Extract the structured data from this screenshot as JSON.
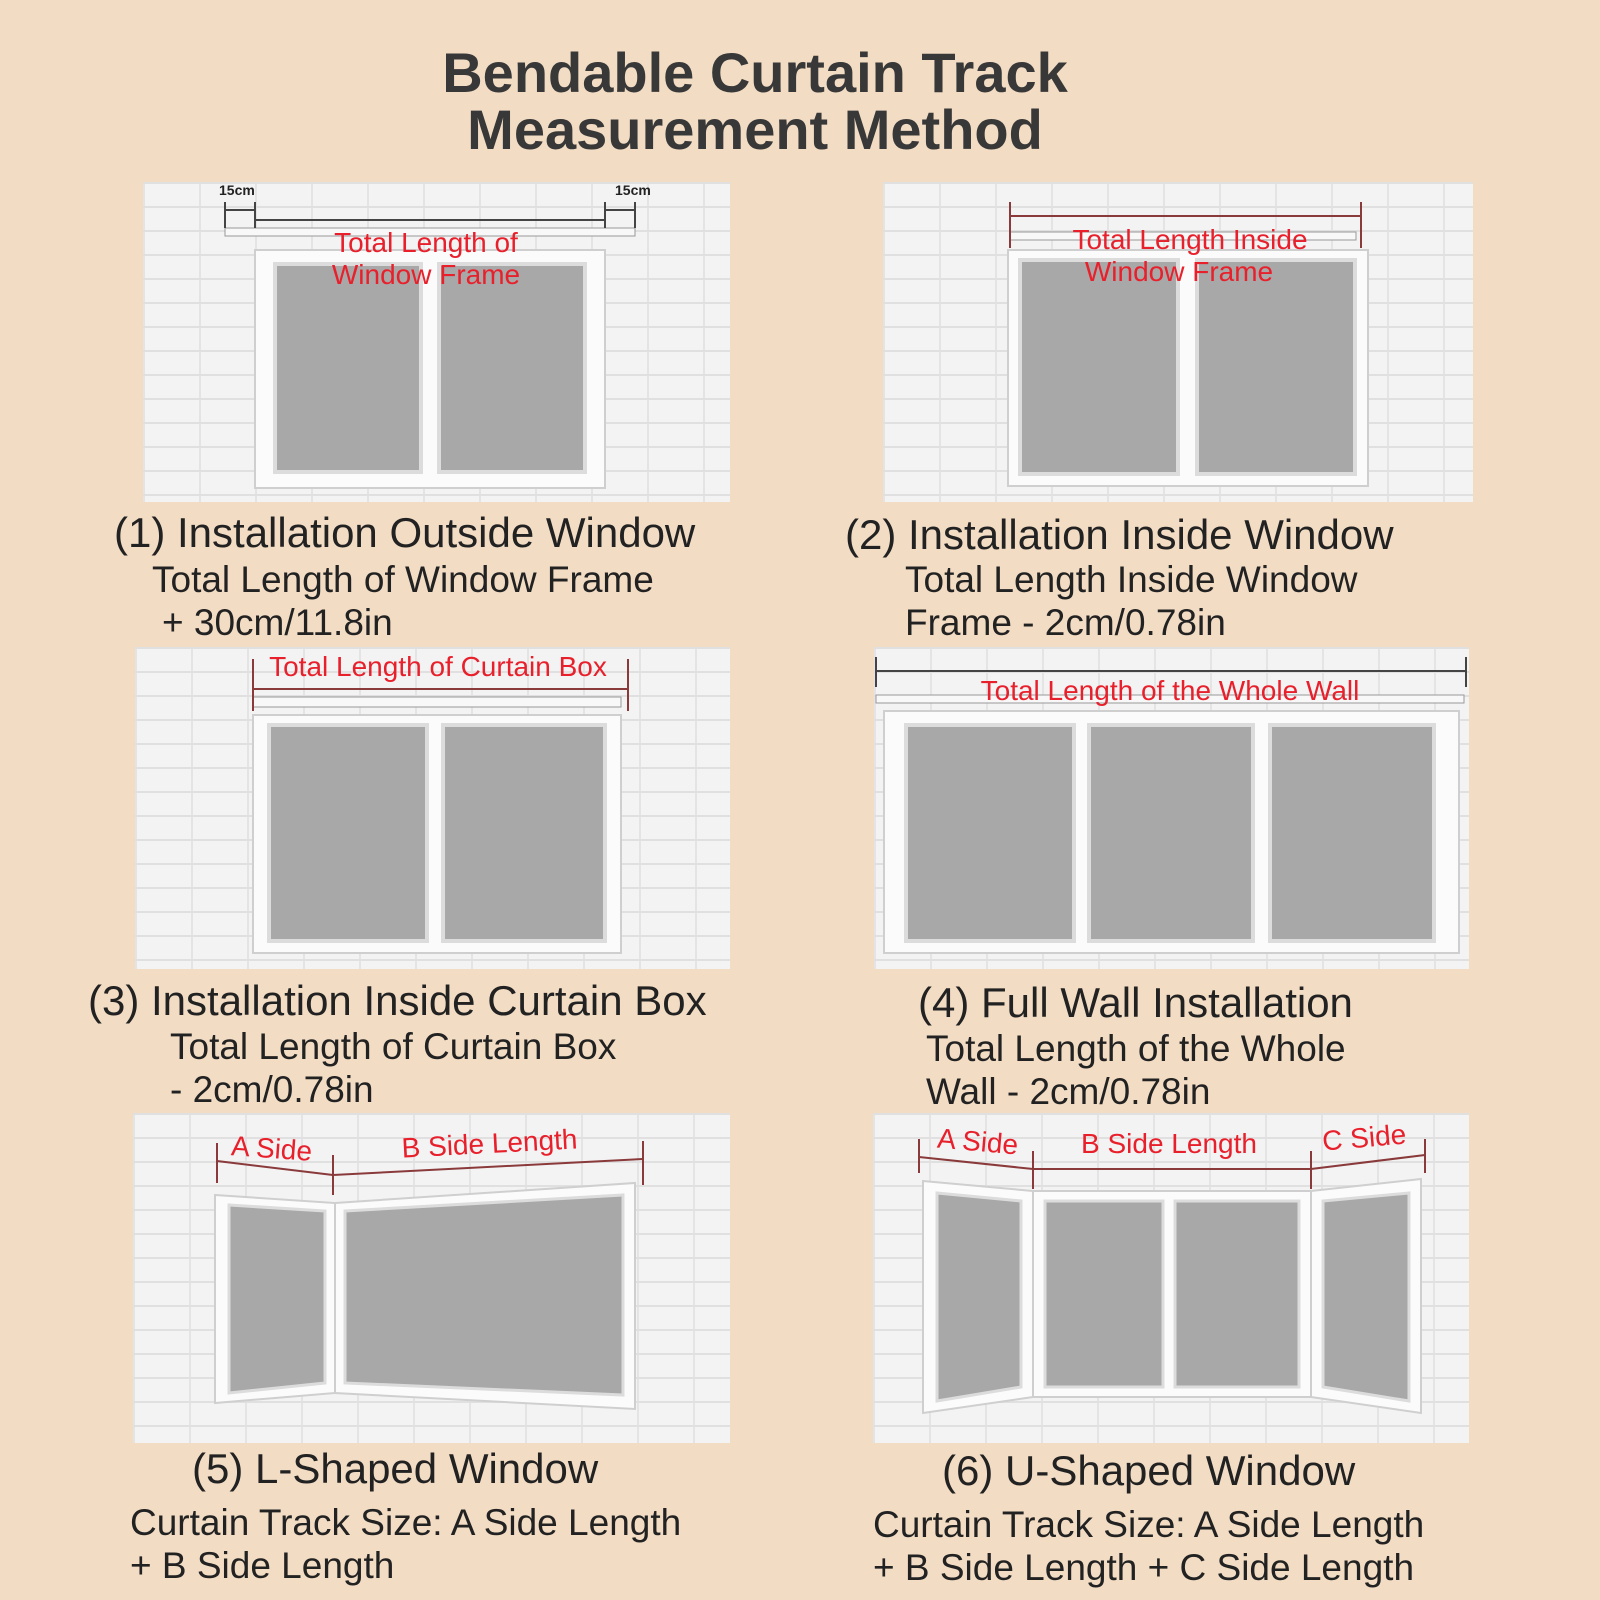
{
  "title": {
    "line1": "Bendable Curtain Track",
    "line2": "Measurement Method"
  },
  "panels": [
    {
      "id": 1,
      "label_left": "15cm",
      "label_right": "15cm",
      "annotation_line1": "Total Length of",
      "annotation_line2": "Window Frame",
      "caption": "(1) Installation Outside Window",
      "detail_line1": "Total Length of Window Frame",
      "detail_line2": "+ 30cm/11.8in"
    },
    {
      "id": 2,
      "annotation_line1": "Total Length Inside",
      "annotation_line2": "Window Frame",
      "caption": "(2) Installation Inside Window",
      "detail_line1": "Total Length Inside Window",
      "detail_line2": "Frame - 2cm/0.78in"
    },
    {
      "id": 3,
      "annotation_line1": "Total Length of Curtain Box",
      "caption": "(3) Installation Inside Curtain Box",
      "detail_line1": "Total Length of Curtain Box",
      "detail_line2": "- 2cm/0.78in"
    },
    {
      "id": 4,
      "annotation_line1": "Total Length of the Whole Wall",
      "caption": "(4) Full Wall Installation",
      "detail_line1": "Total Length of the Whole",
      "detail_line2": "Wall - 2cm/0.78in"
    },
    {
      "id": 5,
      "label_a": "A Side",
      "label_b": "B Side Length",
      "caption": "(5) L-Shaped Window",
      "detail_line1": "Curtain Track Size: A Side Length",
      "detail_line2": "+ B Side Length"
    },
    {
      "id": 6,
      "label_a": "A Side",
      "label_b": "B Side Length",
      "label_c": "C Side",
      "caption": "(6) U-Shaped Window",
      "detail_line1": "Curtain Track Size: A Side Length",
      "detail_line2": "+ B Side Length + C Side Length"
    }
  ],
  "colors": {
    "background": "#f2dcc4",
    "annotation": "#e8202c",
    "glass": "#a8a8a8",
    "frame": "#f7f7f7"
  }
}
